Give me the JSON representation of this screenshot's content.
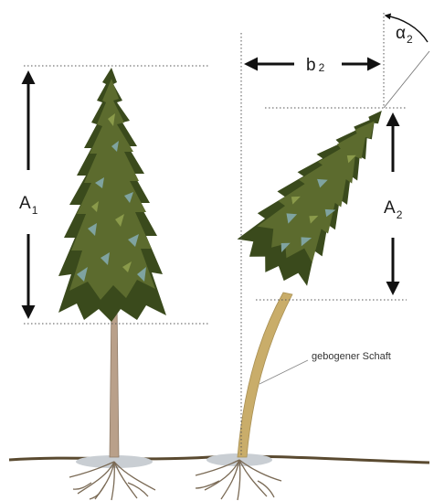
{
  "labels": {
    "a1": {
      "main": "A",
      "sub": "1"
    },
    "a2": {
      "main": "A",
      "sub": "2"
    },
    "b2": {
      "main": "b",
      "sub": "2"
    },
    "alpha2": {
      "main": "α",
      "sub": "2"
    },
    "bent_stem": "gebogener Schaft"
  },
  "colors": {
    "foliage_dark": "#3a4a1c",
    "foliage_mid": "#5c6b2e",
    "foliage_light": "#8a9a4a",
    "foliage_highlight": "#7fa3a0",
    "trunk_straight": "#b9a08a",
    "trunk_bent": "#c9ad6a",
    "ground": "#5a4a30",
    "roots": "#7a6a55",
    "dimension_arrows": "#111111"
  }
}
